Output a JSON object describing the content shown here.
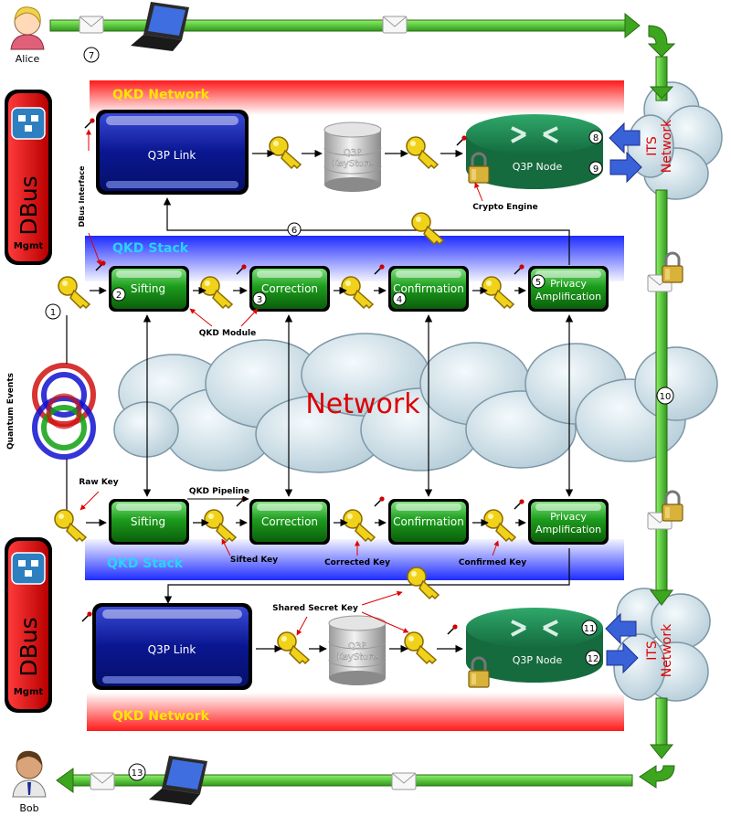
{
  "actors": {
    "alice": "Alice",
    "bob": "Bob"
  },
  "dbus": {
    "title": "DBus",
    "subtitle": "Mgmt"
  },
  "its_network": "ITS\nNetwork",
  "network_cloud": "Network",
  "top": {
    "band_network": "QKD Network",
    "band_stack": "QKD Stack",
    "link": "Q3P Link",
    "keystore": [
      "Q3P",
      "KeyStore"
    ],
    "node": "Q3P Node",
    "modules": {
      "sifting": "Sifting",
      "correction": "Correction",
      "confirmation": "Confirmation",
      "privacy": [
        "Privacy",
        "Amplification"
      ]
    }
  },
  "bottom": {
    "band_network": "QKD Network",
    "band_stack": "QKD Stack",
    "link": "Q3P Link",
    "keystore": [
      "Q3P",
      "KeyStore"
    ],
    "node": "Q3P Node",
    "modules": {
      "sifting": "Sifting",
      "correction": "Correction",
      "confirmation": "Confirmation",
      "privacy": [
        "Privacy",
        "Amplification"
      ]
    }
  },
  "annotations": {
    "dbus_interface": "DBus Interface",
    "crypto_engine": "Crypto Engine",
    "qkd_module": "QKD Module",
    "quantum_events": "Quantum Events",
    "raw_key": "Raw Key",
    "qkd_pipeline": "QKD Pipeline",
    "sifted_key": "Sifted Key",
    "corrected_key": "Corrected Key",
    "confirmed_key": "Confirmed Key",
    "shared_secret_key": "Shared Secret Key"
  },
  "steps": [
    "1",
    "2",
    "3",
    "4",
    "5",
    "6",
    "7",
    "8",
    "9",
    "10",
    "11",
    "12",
    "13"
  ],
  "colors": {
    "network_band": "#ff2020",
    "stack_band": "#2030ff",
    "band_label_network": "#ffe600",
    "band_label_stack": "#29d3ff",
    "module_green": "#1a9a1a",
    "link_blue": "#0a1a9a",
    "arrow_green": "#4ec82a",
    "dbus_red": "#e00000",
    "network_text": "#dd0000"
  }
}
